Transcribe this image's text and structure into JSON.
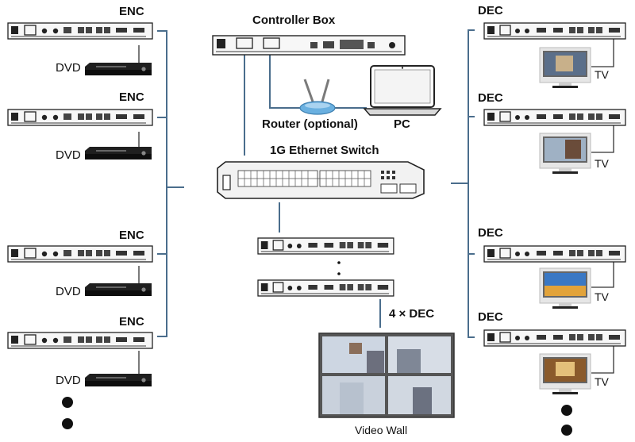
{
  "labels": {
    "enc": "ENC",
    "dec": "DEC",
    "dvd": "DVD",
    "tv": "TV",
    "controller_box": "Controller Box",
    "router": "Router (optional)",
    "pc": "PC",
    "switch": "1G Ethernet Switch",
    "four_dec": "4 × DEC",
    "video_wall": "Video Wall"
  },
  "colors": {
    "line_blue": "#4a6d8c",
    "device_dark": "#1a1a1a",
    "router_blue": "#6ab0e0"
  },
  "icons": [
    "encoder-device-icon",
    "decoder-device-icon",
    "dvd-player-icon",
    "tv-monitor-icon",
    "controller-box-icon",
    "router-icon",
    "laptop-icon",
    "ethernet-switch-icon",
    "video-wall-icon",
    "ellipsis-dot-icon"
  ]
}
